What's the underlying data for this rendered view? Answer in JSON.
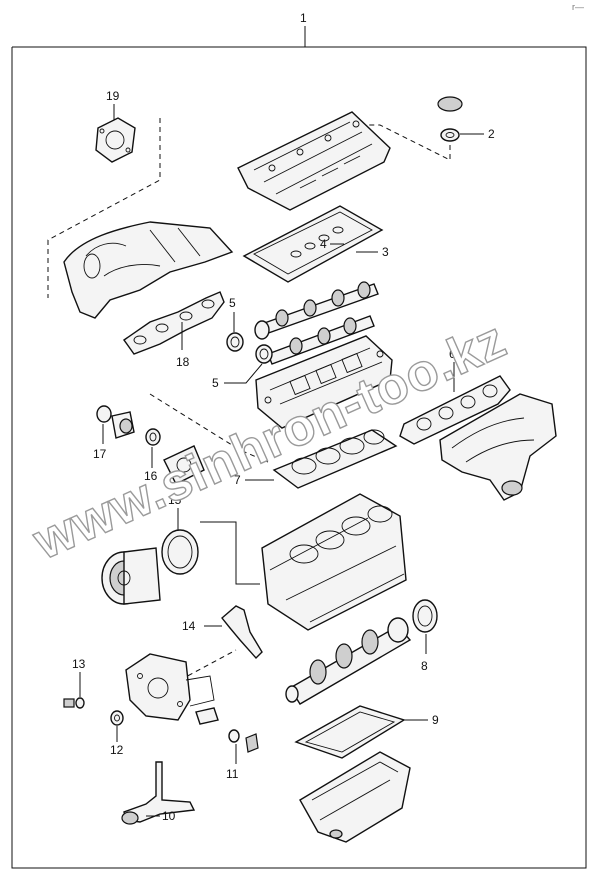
{
  "watermark": "www.sinhron-too.kz",
  "corner_mark": "r—",
  "callouts": {
    "c1": "1",
    "c2": "2",
    "c3": "3",
    "c4": "4",
    "c5a": "5",
    "c5b": "5",
    "c6": "6",
    "c7": "7",
    "c8": "8",
    "c9": "9",
    "c10": "10",
    "c11": "11",
    "c12": "12",
    "c13": "13",
    "c14": "14",
    "c15": "15",
    "c16": "16",
    "c17": "17",
    "c18": "18",
    "c19": "19"
  },
  "colors": {
    "ink": "#111111",
    "paper": "#ffffff",
    "watermark_outline": "#9a9a9a"
  }
}
